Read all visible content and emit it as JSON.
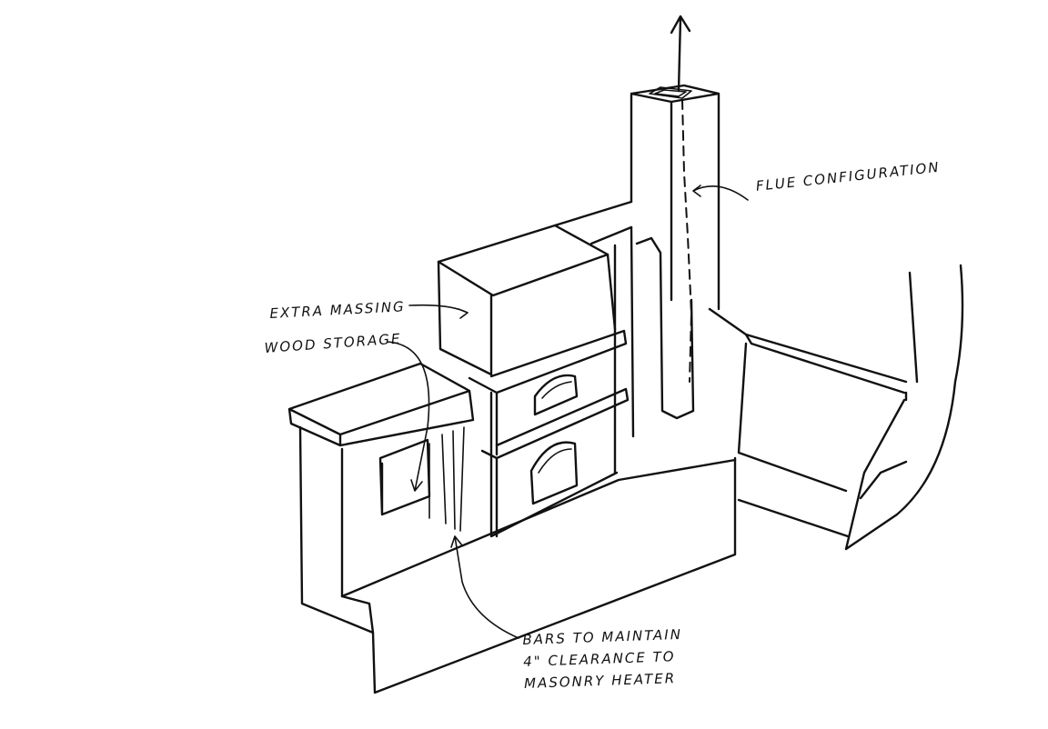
{
  "labels": {
    "flue": "FLUE CONFIGURATION",
    "extra_massing": "EXTRA MASSING",
    "wood_storage": "WOOD STORAGE",
    "bars_line1": "BARS TO MAINTAIN",
    "bars_line2": "4\" CLEARANCE TO",
    "bars_line3": "MASONRY HEATER"
  },
  "ink_color": "#111111"
}
